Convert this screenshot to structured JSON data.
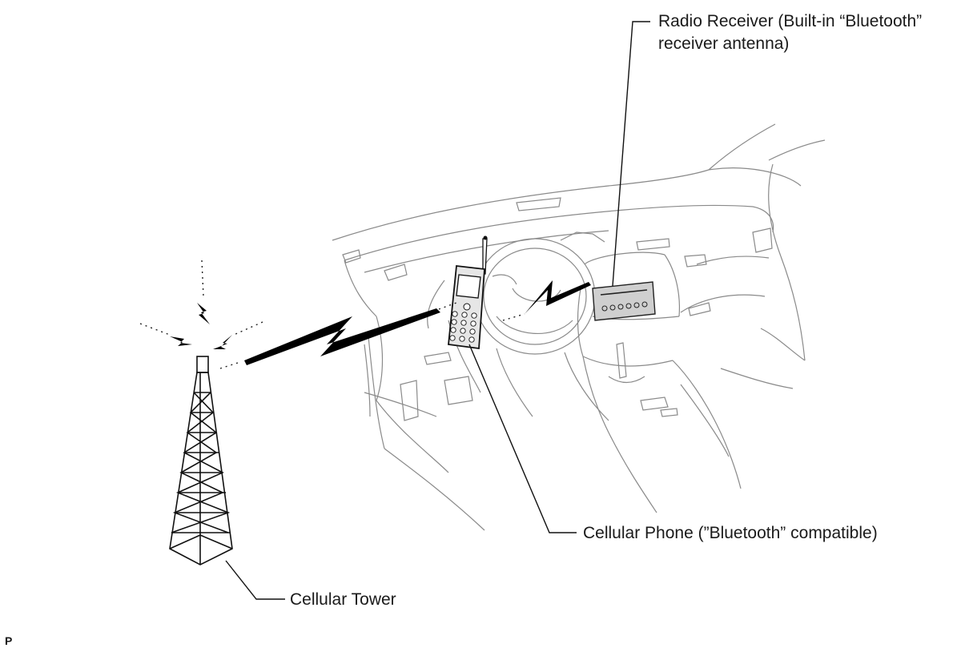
{
  "labels": {
    "radio_receiver_line1": "Radio Receiver (Built-in “Bluetooth”",
    "radio_receiver_line2": "receiver antenna)",
    "cellular_phone": "Cellular Phone (”Bluetooth” compatible)",
    "cellular_tower": "Cellular Tower",
    "corner_mark": "P"
  },
  "colors": {
    "line_art": "#8a8a8a",
    "leader": "#111111",
    "signal": "#000000",
    "receiver_fill": "#cfcfcf",
    "phone_fill": "#e6e6e6"
  }
}
